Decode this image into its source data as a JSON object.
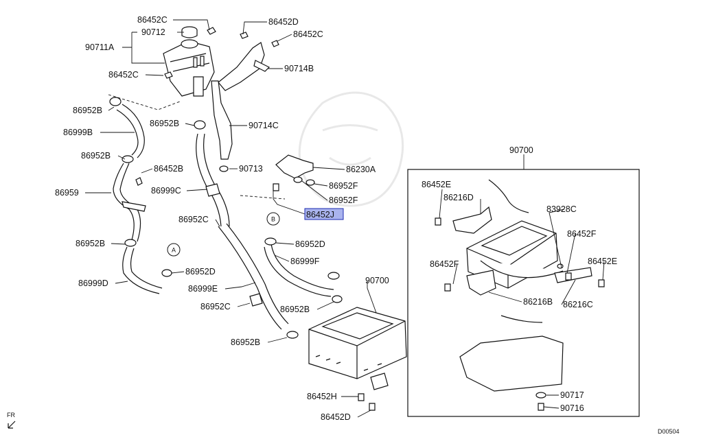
{
  "labels": {
    "l86452C_top": "86452C",
    "l90712": "90712",
    "l90711A": "90711A",
    "l86452D_top": "86452D",
    "l86452C_right": "86452C",
    "l90714B": "90714B",
    "l86452C_left": "86452C",
    "l86952B_1": "86952B",
    "l86999B": "86999B",
    "l86952B_mid": "86952B",
    "l90714C": "90714C",
    "l86952B_2": "86952B",
    "l86452B": "86452B",
    "l90713": "90713",
    "l86230A": "86230A",
    "l86959": "86959",
    "l86999C": "86999C",
    "l86952F_1": "86952F",
    "l86952F_2": "86952F",
    "l86452J": "86452J",
    "l86952C_1": "86952C",
    "l86952B_3": "86952B",
    "l86952D_1": "86952D",
    "l86952D_2": "86952D",
    "l86999F": "86999F",
    "l86999D": "86999D",
    "l86999E": "86999E",
    "l90700_main": "90700",
    "l86952C_2": "86952C",
    "l86952B_4": "86952B",
    "l86952B_5": "86952B",
    "l86452H": "86452H",
    "l86452D_bot": "86452D",
    "l90700_box": "90700",
    "l86452E_1": "86452E",
    "l86216D": "86216D",
    "l83928C": "83928C",
    "l86452F_1": "86452F",
    "l86452F_2": "86452F",
    "l86452E_2": "86452E",
    "l86216B": "86216B",
    "l86216C": "86216C",
    "l90717": "90717",
    "l90716": "90716",
    "ref_A": "A",
    "ref_B": "B",
    "fr": "FR",
    "code": "D00504"
  },
  "highlight_color": "#aab4ee"
}
